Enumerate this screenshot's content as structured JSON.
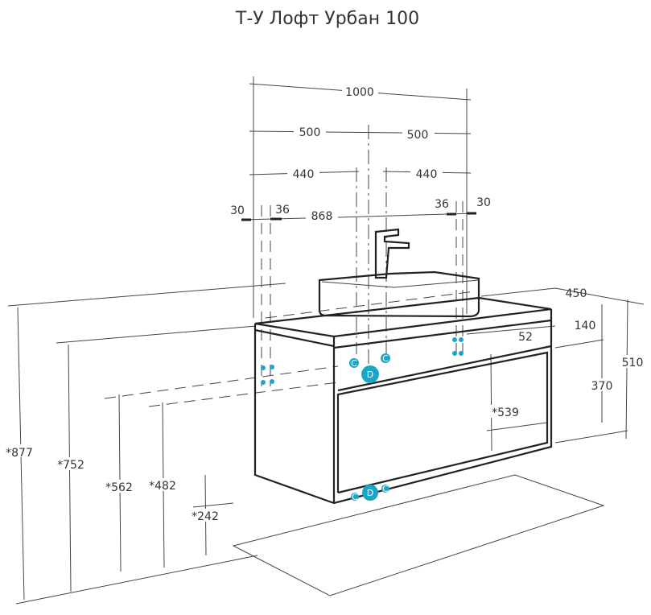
{
  "title": "Т-У Лофт Урбан 100",
  "dimensions": {
    "overall_width": "1000",
    "half_left": "500",
    "half_right": "500",
    "inner_left": "440",
    "inner_right": "440",
    "side_left_outer": "30",
    "side_left_inner": "36",
    "inner_span": "868",
    "side_right_inner": "36",
    "side_right_outer": "30",
    "depth": "450",
    "top_height": "140",
    "drawer_height": "370",
    "total_height": "510",
    "offset": "52",
    "drawer_ref": "*539",
    "floor_877": "*877",
    "floor_752": "*752",
    "floor_562": "*562",
    "floor_482": "*482",
    "floor_242": "*242"
  },
  "markers": {
    "cold": "C",
    "drain": "D"
  },
  "colors": {
    "marker": "#1aa6c8",
    "line": "#333333"
  }
}
